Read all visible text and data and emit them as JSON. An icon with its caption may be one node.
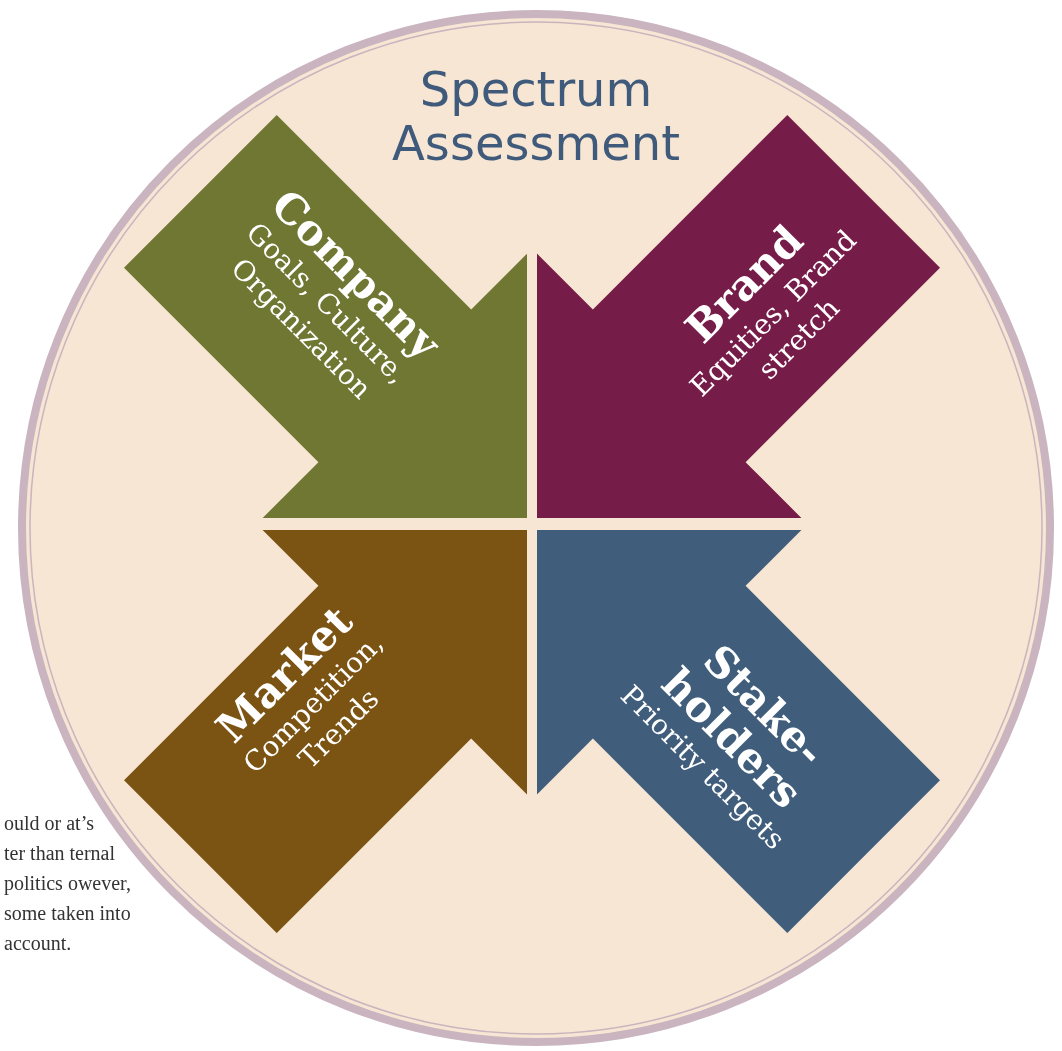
{
  "diagram": {
    "nodes": [
      {
        "text": [
          "Spectrum Assessment"
        ]
      },
      {
        "text": [
          "Company",
          "Goals, Culture, Organization"
        ],
        "in": 0
      },
      {
        "text": [
          "Brand",
          "Equities, Brand stretch"
        ],
        "in": 0
      },
      {
        "text": [
          "Market",
          "Competition, Trends"
        ],
        "in": 0
      },
      {
        "text": [
          "Stake- holders",
          "Priority targets"
        ],
        "in": 0
      }
    ],
    "labels": [
      "ould or at’s ter than ternal politics owever, some taken into account."
    ]
  }
}
